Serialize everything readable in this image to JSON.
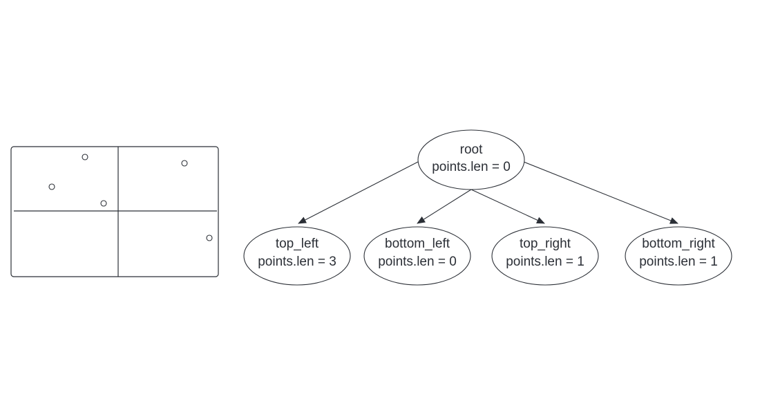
{
  "colors": {
    "stroke": "#2b2f36",
    "background": "#ffffff"
  },
  "tree": {
    "root": {
      "name": "root",
      "points_len": "points.len = 0"
    },
    "children": [
      {
        "name": "top_left",
        "points_len": "points.len = 3"
      },
      {
        "name": "bottom_left",
        "points_len": "points.len = 0"
      },
      {
        "name": "top_right",
        "points_len": "points.len = 1"
      },
      {
        "name": "bottom_right",
        "points_len": "points.len = 1"
      }
    ]
  },
  "quadrant_points": [
    {
      "quadrant": "top_left",
      "count": 3
    },
    {
      "quadrant": "top_right",
      "count": 1
    },
    {
      "quadrant": "bottom_right",
      "count": 1
    }
  ]
}
